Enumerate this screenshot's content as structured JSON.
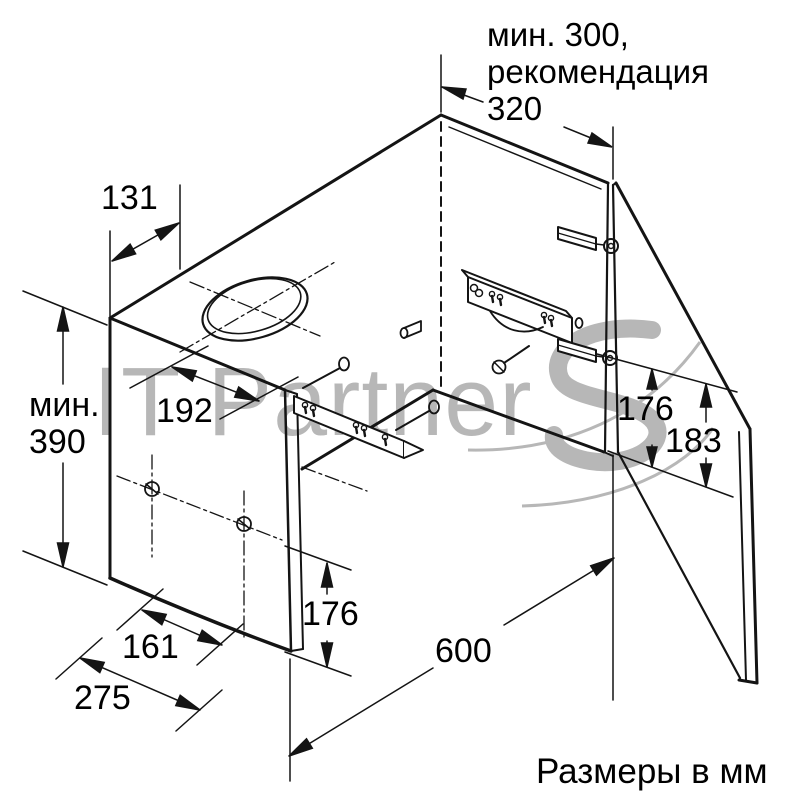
{
  "drawing": {
    "note_top_right": {
      "line1": "мин. 300,",
      "line2": "рекомендация",
      "line3": "320"
    },
    "dimensions": {
      "top_left_width": "131",
      "left_height_prefix": "мин.",
      "left_height_value": "390",
      "hole_offset": "192",
      "bottom_inner_depth": "161",
      "bottom_outer_depth": "275",
      "front_drop": "176",
      "cabinet_width": "600",
      "right_inner_height": "176",
      "right_outer_height": "183"
    },
    "footer": "Размеры в мм",
    "watermark": "IT Partner",
    "colors": {
      "line": "#141414",
      "watermark": "#a6a6a6",
      "background": "#ffffff"
    }
  }
}
